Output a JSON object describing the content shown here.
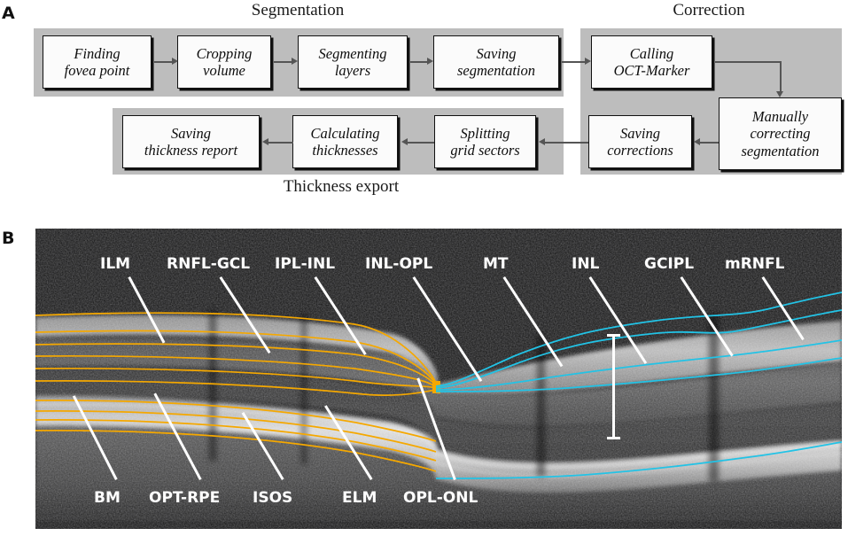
{
  "figure": {
    "panels": [
      {
        "letter": "A",
        "kind": "flowchart"
      },
      {
        "letter": "B",
        "kind": "oct-bscan"
      }
    ]
  },
  "flowchart": {
    "groups": [
      {
        "id": "segmentation",
        "title": "Segmentation"
      },
      {
        "id": "correction",
        "title": "Correction"
      },
      {
        "id": "thickness-export",
        "title": "Thickness export"
      }
    ],
    "nodes": [
      {
        "id": "finding-fovea-point",
        "lines": [
          "Finding",
          "fovea point"
        ]
      },
      {
        "id": "cropping-volume",
        "lines": [
          "Cropping",
          "volume"
        ]
      },
      {
        "id": "segmenting-layers",
        "lines": [
          "Segmenting",
          "layers"
        ]
      },
      {
        "id": "saving-segmentation",
        "lines": [
          "Saving",
          "segmentation"
        ]
      },
      {
        "id": "calling-oct-marker",
        "lines": [
          "Calling",
          "OCT-Marker"
        ]
      },
      {
        "id": "manually-correcting-segmentation",
        "lines": [
          "Manually",
          "correcting",
          "segmentation"
        ]
      },
      {
        "id": "saving-corrections",
        "lines": [
          "Saving",
          "corrections"
        ]
      },
      {
        "id": "splitting-grid-sectors",
        "lines": [
          "Splitting",
          "grid sectors"
        ]
      },
      {
        "id": "calculating-thicknesses",
        "lines": [
          "Calculating",
          "thicknesses"
        ]
      },
      {
        "id": "saving-thickness-report",
        "lines": [
          "Saving",
          "thickness report"
        ]
      }
    ],
    "colors": {
      "group_background": "#bdbdbd",
      "node_background": "#fbfbfb",
      "node_border": "#111111",
      "connector": "#555555"
    }
  },
  "oct": {
    "top_labels": [
      {
        "id": "ilm",
        "text": "ILM"
      },
      {
        "id": "rnfl-gcl",
        "text": "RNFL-GCL"
      },
      {
        "id": "ipl-inl",
        "text": "IPL-INL"
      },
      {
        "id": "inl-opl",
        "text": "INL-OPL"
      },
      {
        "id": "mt",
        "text": "MT"
      },
      {
        "id": "inl",
        "text": "INL"
      },
      {
        "id": "gcipl",
        "text": "GCIPL"
      },
      {
        "id": "mrnfl",
        "text": "mRNFL"
      }
    ],
    "bottom_labels": [
      {
        "id": "bm",
        "text": "BM"
      },
      {
        "id": "opt-rpe",
        "text": "OPT-RPE"
      },
      {
        "id": "isos",
        "text": "ISOS"
      },
      {
        "id": "elm",
        "text": "ELM"
      },
      {
        "id": "opl-onl",
        "text": "OPL-ONL"
      }
    ],
    "colors": {
      "boundary_left": "#f5a800",
      "boundary_right": "#22c3e6",
      "leader_line": "#ffffff",
      "background": "#070707"
    },
    "boundary_names_left": [
      "ILM",
      "RNFL-GCL",
      "IPL-INL",
      "INL-OPL",
      "OPL-ONL",
      "ELM",
      "ISOS",
      "OPT-RPE",
      "BM"
    ],
    "boundary_names_right": [
      "ILM",
      "mRNFL",
      "GCIPL",
      "INL",
      "BM"
    ],
    "caliper_label": "MT"
  }
}
